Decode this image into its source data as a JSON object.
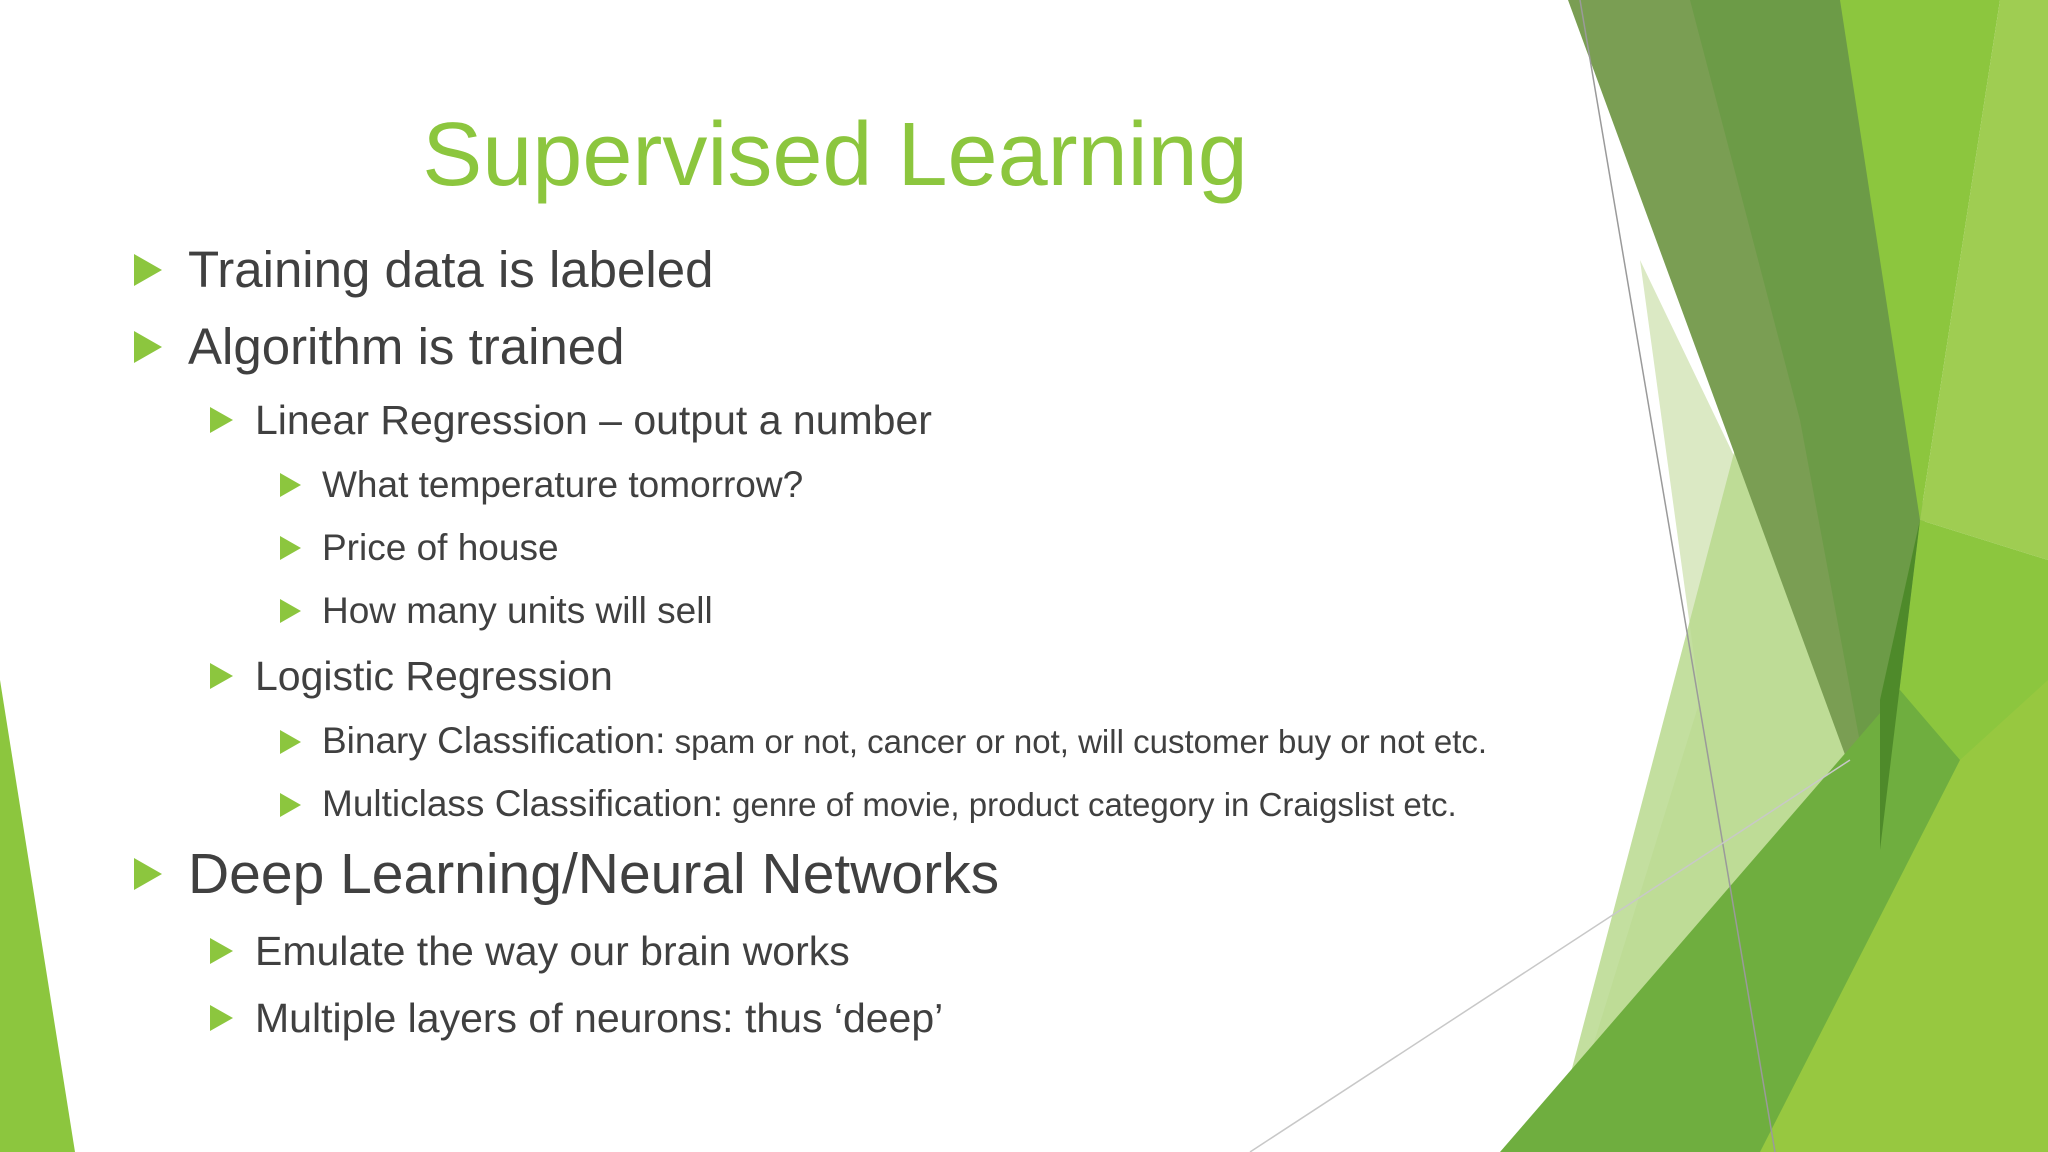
{
  "slide": {
    "title": "Supervised Learning",
    "bullets": [
      {
        "text": "Training data is labeled"
      },
      {
        "text": "Algorithm is trained"
      },
      {
        "text": "Linear Regression – output a number"
      },
      {
        "text": "What temperature tomorrow?"
      },
      {
        "text": "Price of house"
      },
      {
        "text": "How many units will sell"
      },
      {
        "text": "Logistic Regression"
      },
      {
        "lead": "Binary Classification:",
        "detail": " spam or not, cancer or not, will customer buy or not etc."
      },
      {
        "lead": "Multiclass Classification:",
        "detail": " genre of movie, product category in Craigslist etc."
      },
      {
        "text": "Deep Learning/Neural Networks"
      },
      {
        "text": "Emulate the way our brain works"
      },
      {
        "text": "Multiple layers of neurons: thus ‘deep’"
      }
    ]
  },
  "theme": {
    "accent": "#8cc63e",
    "text": "#404040",
    "dark_green": "#5a8f3c"
  }
}
